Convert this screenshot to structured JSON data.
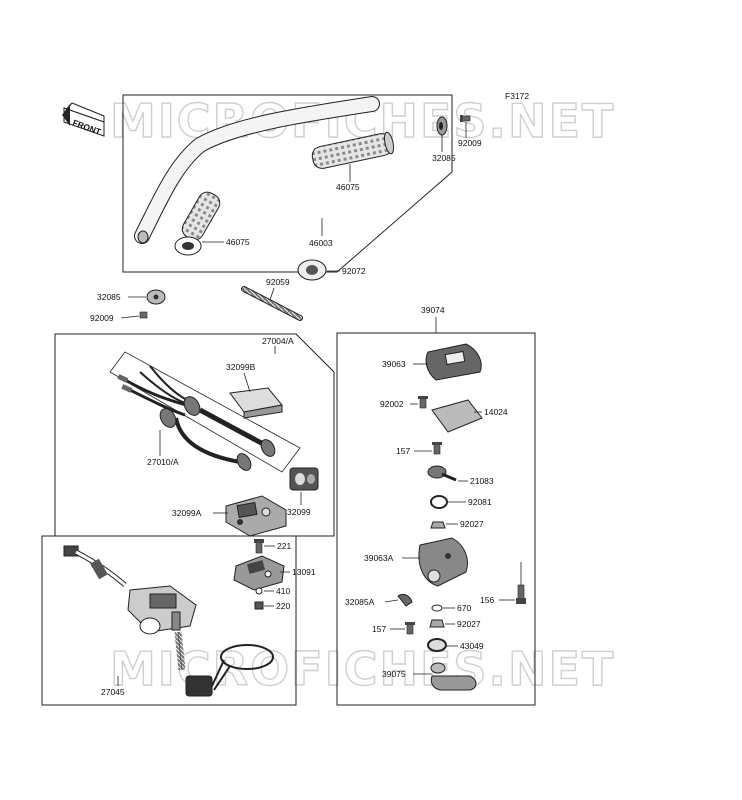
{
  "figure_code": "F3172",
  "front_badge": "FRONT",
  "watermarks": [
    "MICROFICHES.NET",
    "MICROFICHES.NET"
  ],
  "labels": {
    "p46003": "46003",
    "p46075a": "46075",
    "p46075b": "46075",
    "p32085a": "32085",
    "p92009a": "92009",
    "p32085b": "32085",
    "p92009b": "92009",
    "p92072": "92072",
    "p92059": "92059",
    "p27004A": "27004/A",
    "p32099B": "32099B",
    "p27010A": "27010/A",
    "p32099A": "32099A",
    "p32099": "32099",
    "p221": "221",
    "p13091": "13091",
    "p410": "410",
    "p220": "220",
    "p27045": "27045",
    "p39074": "39074",
    "p39063": "39063",
    "p92002": "92002",
    "p14024": "14024",
    "p157a": "157",
    "p21083": "21083",
    "p92081": "92081",
    "p92027a": "92027",
    "p39063A": "39063A",
    "p156": "156",
    "p32085A": "32085A",
    "p670": "670",
    "p157b": "157",
    "p92027b": "92027",
    "p43049": "43049",
    "p39075": "39075"
  }
}
